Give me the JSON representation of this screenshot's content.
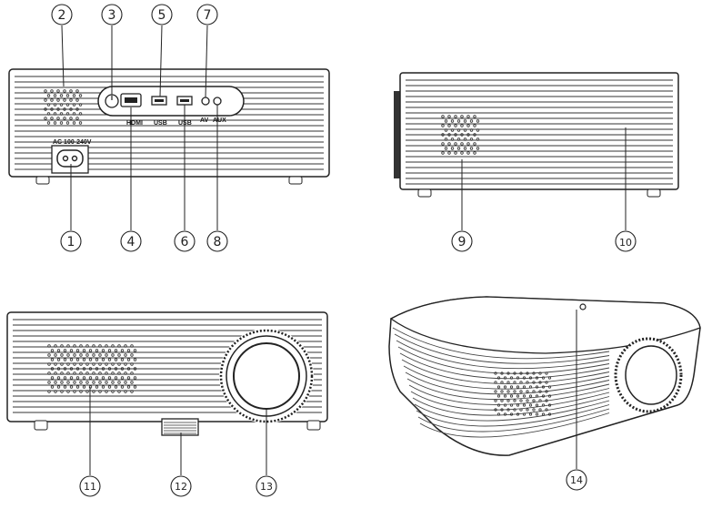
{
  "callouts": [
    "1",
    "2",
    "3",
    "4",
    "5",
    "6",
    "7",
    "8",
    "9",
    "10",
    "11",
    "12",
    "13",
    "14"
  ],
  "port_labels": {
    "ac": "AC 100-240V",
    "hdmi": "HDMI",
    "usb1": "USB",
    "usb2": "USB",
    "av": "AV",
    "aux": "AUX"
  },
  "colors": {
    "line": "#222222",
    "background": "#ffffff"
  }
}
